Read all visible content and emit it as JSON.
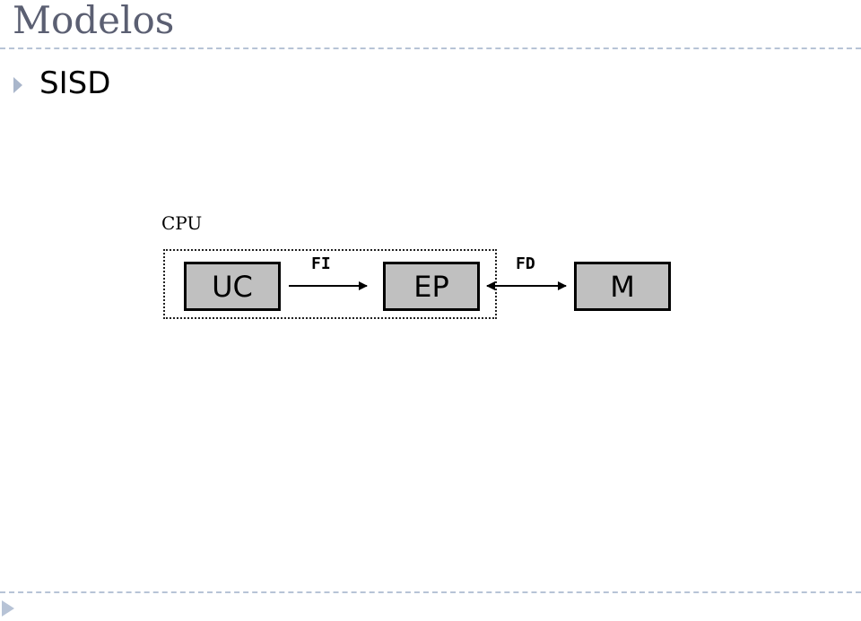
{
  "slide": {
    "title": "Modelos",
    "bullet": "SISD"
  },
  "diagram": {
    "container_label": "CPU",
    "nodes": {
      "uc": "UC",
      "ep": "EP",
      "m": "M"
    },
    "flows": {
      "fi": "FI",
      "fd": "FD"
    }
  },
  "colors": {
    "title": "#5b5f72",
    "accent": "#b7c3d6",
    "node_fill": "#c0c0c0"
  }
}
